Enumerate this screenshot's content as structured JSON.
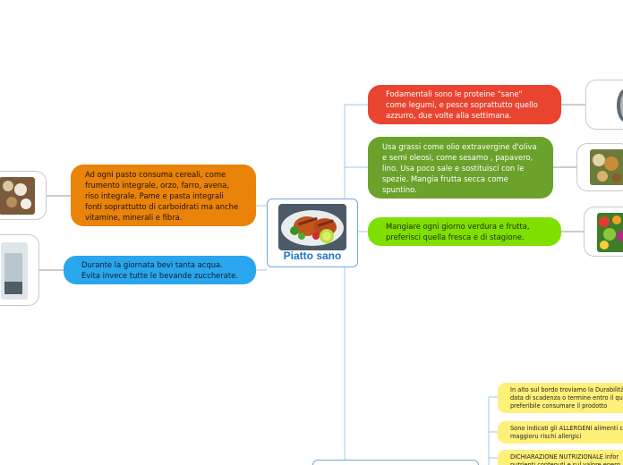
{
  "central": {
    "title": "Piatto sano"
  },
  "branches": {
    "proteins": "Fodamentali sono le proteine \"sane\" come legumi, e pesce soprattutto quello azzurro, due volte alla settimana.",
    "fats": "Usa grassi come olio extravergine d'oliva e semi oleosi, come sesamo , papavero, lino. Usa poco sale  e sostituisci con le spezie. Mangia frutta secca come spuntino.",
    "vegetables": "Mangiare ogni giorno verdura e frutta, preferisci quella fresca e di stagione.",
    "cereals": "Ad ogni pasto consuma cereali, come frumento integrale, orzo, farro, avena, riso integrale. Pame e pasta integrali fonti soprattutto di carboidrati ma anche vitamine, minerali e fibra.",
    "water": "Durante la giornata bevi tanta acqua. Evita invece tutte le bevande zuccherate."
  },
  "label_nodes": [
    "In alto sul bordo troviamo la Durabilità data di scadenza o termine entro il qu preferibile consumare il prodotto",
    "Sono indicati gli ALLERGENI alimenti c i maggioru rischi allergici",
    "DICHIARAZIONE NUTRIZIONALE infor nutrienti contenuti e sul valore energ"
  ],
  "colors": {
    "red": "#e84430",
    "green": "#6aa22c",
    "lime": "#7fe000",
    "orange": "#e9830a",
    "blue": "#2aa6ee",
    "yellow": "#fff07a",
    "link": "#9fc8ea",
    "central_border": "#74a8dc",
    "title": "#1f73c9"
  }
}
